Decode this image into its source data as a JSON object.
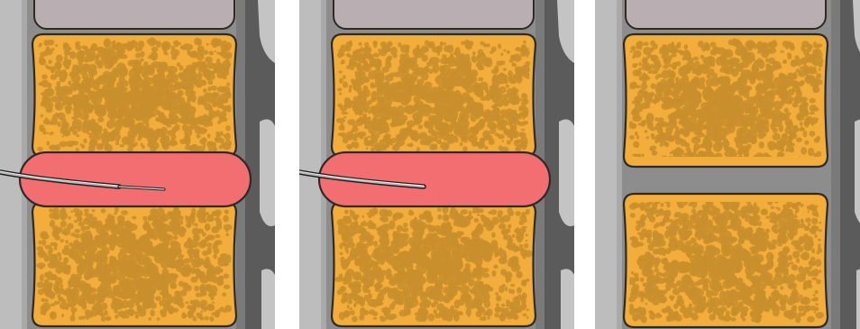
{
  "panels": [
    {
      "id": "panel-1",
      "disc": "intact",
      "instrument": "needle-with-tip"
    },
    {
      "id": "panel-2",
      "disc": "intact",
      "instrument": "cannula"
    },
    {
      "id": "panel-3",
      "disc": "removed",
      "instrument": "none"
    }
  ],
  "colors": {
    "background": "#ffffff",
    "canal_dark": "#5b5b5b",
    "soft_tissue": "#8d8d8d",
    "ligament_light": "#bdbdbd",
    "facet_light": "#c4c4c4",
    "top_disc": "#b9aeb1",
    "vertebra_fill": "#f2ad3a",
    "trabecula": "#c98f2c",
    "outline": "#2e2a26",
    "disc_red": "#f36e70",
    "needle": "#b8b8b8"
  }
}
